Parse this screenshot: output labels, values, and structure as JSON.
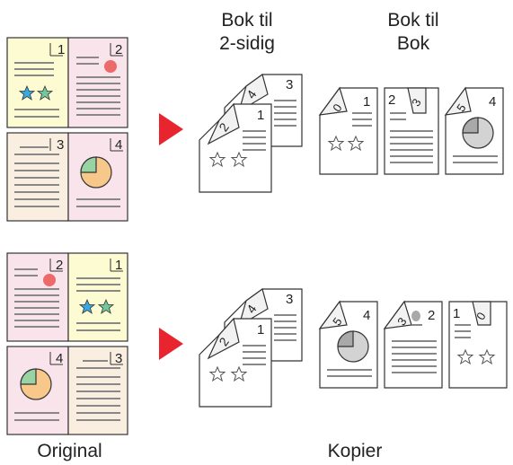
{
  "headers": {
    "book_to_duplex": "Bok til\n2-sidig",
    "book_to_book": "Bok til\nBok"
  },
  "footer": {
    "original": "Original",
    "copies": "Kopier"
  },
  "colors": {
    "yellow_page": "#fdfbd2",
    "pink_page": "#f9e4ec",
    "cream_page": "#faeee0",
    "arrow_red": "#e8242e",
    "star_blue": "#3aa9e0",
    "star_green": "#74c69d",
    "pie_green": "#98d4a3",
    "pie_orange": "#f7c88a",
    "dot_red": "#ec6a6a",
    "copy_gray": "#a9a9a9"
  },
  "rows": [
    {
      "name": "top",
      "originals": [
        {
          "left": {
            "number": "1",
            "content": "stars"
          },
          "right": {
            "number": "2",
            "content": "dot"
          }
        },
        {
          "left": {
            "number": "3",
            "content": "lines"
          },
          "right": {
            "number": "4",
            "content": "pie"
          }
        }
      ],
      "duplex_pages": [
        "1",
        "2",
        "3",
        "4"
      ],
      "book_pages": [
        "1",
        "0",
        "2",
        "3",
        "4",
        "5"
      ]
    },
    {
      "name": "bottom",
      "originals": [
        {
          "left": {
            "number": "2",
            "content": "dot"
          },
          "right": {
            "number": "1",
            "content": "stars"
          }
        },
        {
          "left": {
            "number": "4",
            "content": "pie"
          },
          "right": {
            "number": "3",
            "content": "lines"
          }
        }
      ],
      "duplex_pages": [
        "1",
        "2",
        "3",
        "4"
      ],
      "book_pages": [
        "4",
        "5",
        "2",
        "3",
        "1",
        "0"
      ]
    }
  ]
}
